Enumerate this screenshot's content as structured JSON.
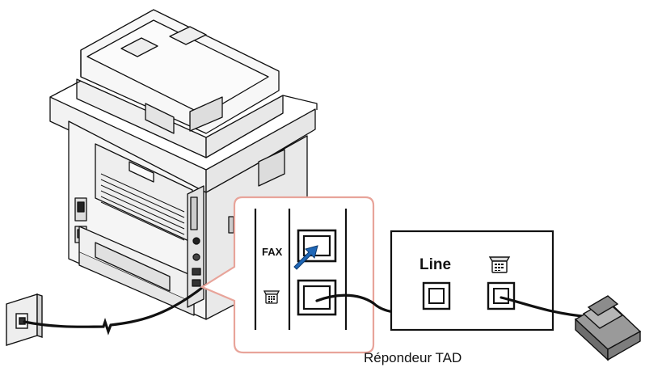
{
  "labels": {
    "fax_port": "FAX",
    "line_port": "Line",
    "caption": "Répondeur TAD"
  },
  "icons": {
    "phone_port": "telephone-icon",
    "tad_phone": "telephone-icon",
    "arrow": "arrow-icon"
  },
  "colors": {
    "callout_outline": "#e8a49a",
    "line": "#111111",
    "printer_fill": "#f7f7f7"
  }
}
